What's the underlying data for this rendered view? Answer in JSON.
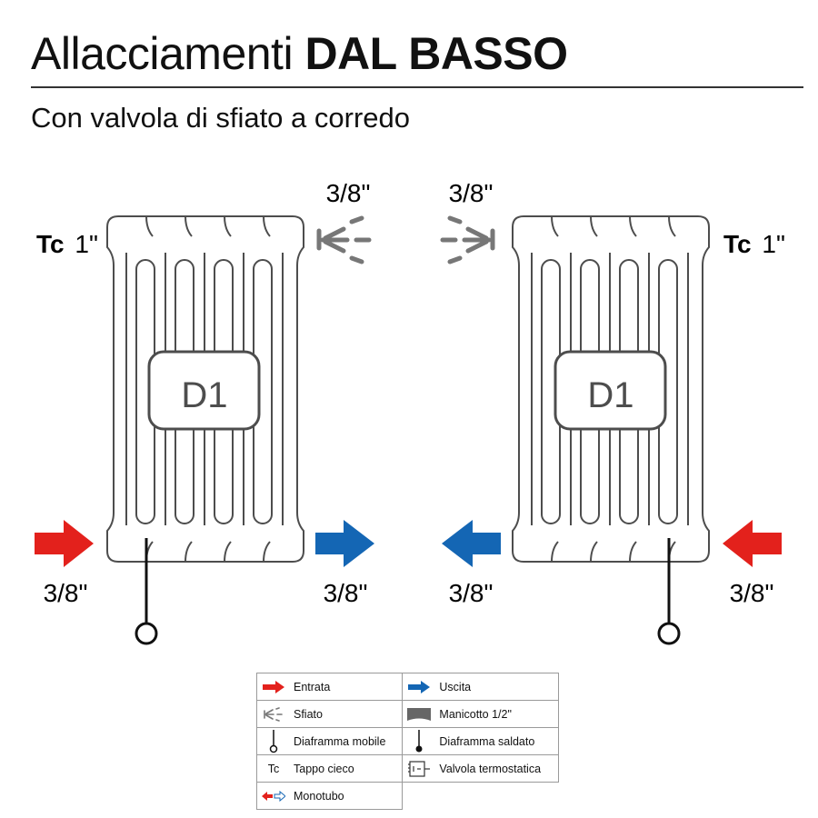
{
  "header": {
    "title_light": "Allacciamenti",
    "title_bold": "DAL BASSO",
    "subtitle": "Con valvola di sfiato a corredo"
  },
  "diagram": {
    "left": {
      "top_fitting": "3/8\"",
      "cap_label_bold": "Tc",
      "cap_label_size": "1\"",
      "badge": "D1",
      "bottom_left_label": "3/8\"",
      "bottom_right_label": "3/8\""
    },
    "right": {
      "top_fitting": "3/8\"",
      "cap_label_bold": "Tc",
      "cap_label_size": "1\"",
      "badge": "D1",
      "bottom_left_label": "3/8\"",
      "bottom_right_label": "3/8\""
    }
  },
  "colors": {
    "inlet": "#e3211c",
    "outlet": "#1466b4",
    "vent": "#777777",
    "outline": "#4d4d4d"
  },
  "legend": {
    "rows": [
      [
        {
          "icon": "red-arrow-icon",
          "label": "Entrata"
        },
        {
          "icon": "blue-arrow-icon",
          "label": "Uscita"
        }
      ],
      [
        {
          "icon": "vent-icon",
          "label": "Sfiato"
        },
        {
          "icon": "sleeve-icon",
          "label": "Manicotto 1/2\""
        }
      ],
      [
        {
          "icon": "mobile-diaphragm-icon",
          "label": "Diaframma mobile"
        },
        {
          "icon": "welded-diaphragm-icon",
          "label": "Diaframma saldato"
        }
      ],
      [
        {
          "icon": "tc-icon",
          "icon_text": "Tc",
          "label": "Tappo cieco"
        },
        {
          "icon": "thermostatic-valve-icon",
          "label": "Valvola termostatica"
        }
      ],
      [
        {
          "icon": "monotube-icon",
          "label": "Monotubo"
        }
      ]
    ]
  }
}
